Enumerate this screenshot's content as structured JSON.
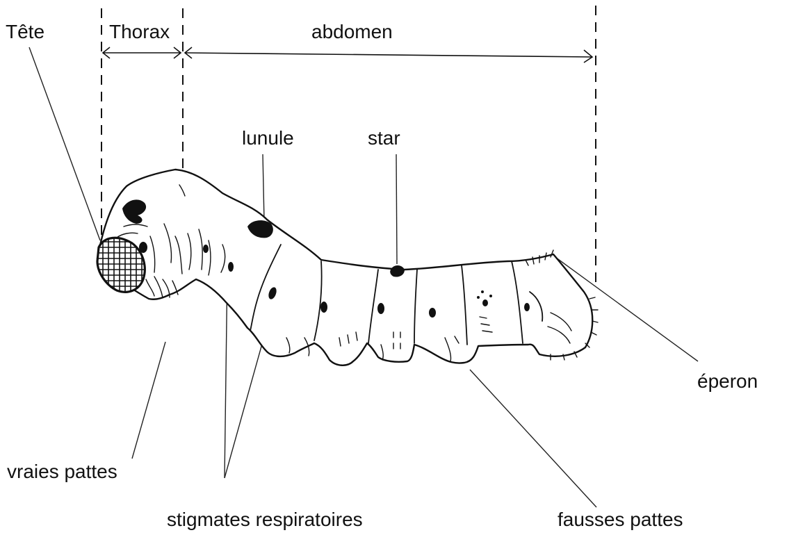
{
  "regions": {
    "head": "Tête",
    "thorax": "Thorax",
    "abdomen": "abdomen"
  },
  "labels": {
    "lunule": "lunule",
    "star": "star",
    "eperon": "éperon",
    "true_legs": "vraies pattes",
    "spiracles": "stigmates respiratoires",
    "prolegs": "fausses pattes"
  }
}
